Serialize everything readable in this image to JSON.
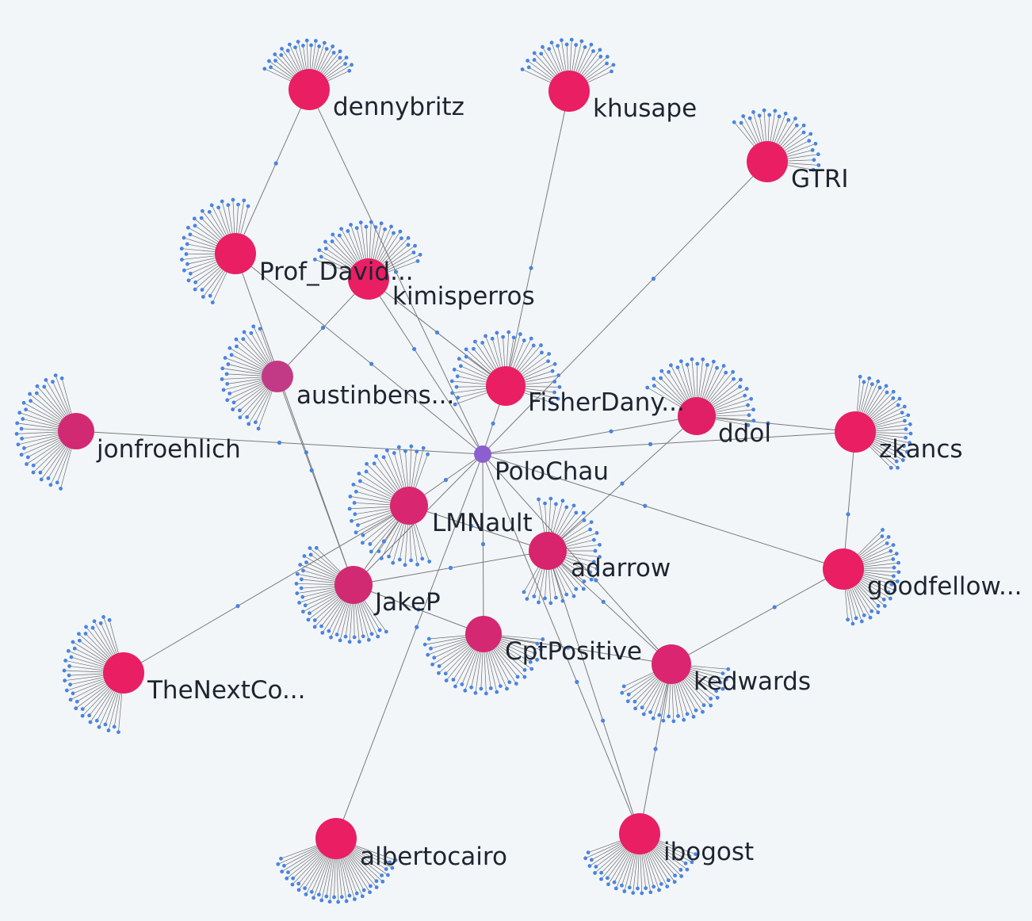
{
  "graph": {
    "center": {
      "label": "PoloChau",
      "color": "#8b5fcf"
    },
    "leaf_color": "#4a84e0",
    "hub_color": "#e91e63",
    "hubs": [
      {
        "id": "dennybritz",
        "label": "dennybritz",
        "color": "#e91e63"
      },
      {
        "id": "khusape",
        "label": "khusape",
        "color": "#e91e63"
      },
      {
        "id": "GTRI",
        "label": "GTRI",
        "color": "#e91e63"
      },
      {
        "id": "Prof_David",
        "label": "Prof_David...",
        "color": "#e91e63"
      },
      {
        "id": "kimisperros",
        "label": "kimisperros",
        "color": "#e91e63"
      },
      {
        "id": "austinbens",
        "label": "austinbens...",
        "color": "#c23a85"
      },
      {
        "id": "FisherDany",
        "label": "FisherDany...",
        "color": "#e91e63"
      },
      {
        "id": "ddol",
        "label": "ddol",
        "color": "#e01f66"
      },
      {
        "id": "zkancs",
        "label": "zkancs",
        "color": "#e91e63"
      },
      {
        "id": "jonfroehlich",
        "label": "jonfroehlich",
        "color": "#d22a72"
      },
      {
        "id": "LMNault",
        "label": "LMNault",
        "color": "#d92670"
      },
      {
        "id": "adarrow",
        "label": "adarrow",
        "color": "#d8246d"
      },
      {
        "id": "goodfellow",
        "label": "goodfellow...",
        "color": "#e91e63"
      },
      {
        "id": "JakeP",
        "label": "JakeP",
        "color": "#d22a72"
      },
      {
        "id": "CptPositive",
        "label": "CptPositive",
        "color": "#d42872"
      },
      {
        "id": "kedwards",
        "label": "kedwards",
        "color": "#db2570"
      },
      {
        "id": "TheNextCo",
        "label": "TheNextCo...",
        "color": "#e91e63"
      },
      {
        "id": "albertocairo",
        "label": "albertocairo",
        "color": "#e91e63"
      },
      {
        "id": "ibogost",
        "label": "ibogost",
        "color": "#e91e63"
      }
    ],
    "edges": [
      [
        "PoloChau",
        "Prof_David"
      ],
      [
        "PoloChau",
        "kimisperros"
      ],
      [
        "PoloChau",
        "dennybritz"
      ],
      [
        "PoloChau",
        "FisherDany"
      ],
      [
        "PoloChau",
        "GTRI"
      ],
      [
        "PoloChau",
        "jonfroehlich"
      ],
      [
        "PoloChau",
        "zkancs"
      ],
      [
        "PoloChau",
        "ddol"
      ],
      [
        "PoloChau",
        "LMNault"
      ],
      [
        "PoloChau",
        "goodfellow"
      ],
      [
        "PoloChau",
        "kedwards"
      ],
      [
        "PoloChau",
        "CptPositive"
      ],
      [
        "PoloChau",
        "albertocairo"
      ],
      [
        "PoloChau",
        "ibogost"
      ],
      [
        "PoloChau",
        "JakeP"
      ],
      [
        "dennybritz",
        "Prof_David"
      ],
      [
        "Prof_David",
        "JakeP"
      ],
      [
        "kimisperros",
        "austinbens"
      ],
      [
        "austinbens",
        "JakeP"
      ],
      [
        "khusape",
        "FisherDany"
      ],
      [
        "kimisperros",
        "FisherDany"
      ],
      [
        "ddol",
        "zkancs"
      ],
      [
        "zkancs",
        "goodfellow"
      ],
      [
        "ddol",
        "adarrow"
      ],
      [
        "LMNault",
        "adarrow"
      ],
      [
        "LMNault",
        "TheNextCo"
      ],
      [
        "adarrow",
        "JakeP"
      ],
      [
        "adarrow",
        "kedwards"
      ],
      [
        "adarrow",
        "ibogost"
      ],
      [
        "JakeP",
        "CptPositive"
      ],
      [
        "CptPositive",
        "kedwards"
      ],
      [
        "kedwards",
        "goodfellow"
      ],
      [
        "kedwards",
        "ibogost"
      ],
      [
        "LMNault",
        "JakeP"
      ]
    ]
  }
}
